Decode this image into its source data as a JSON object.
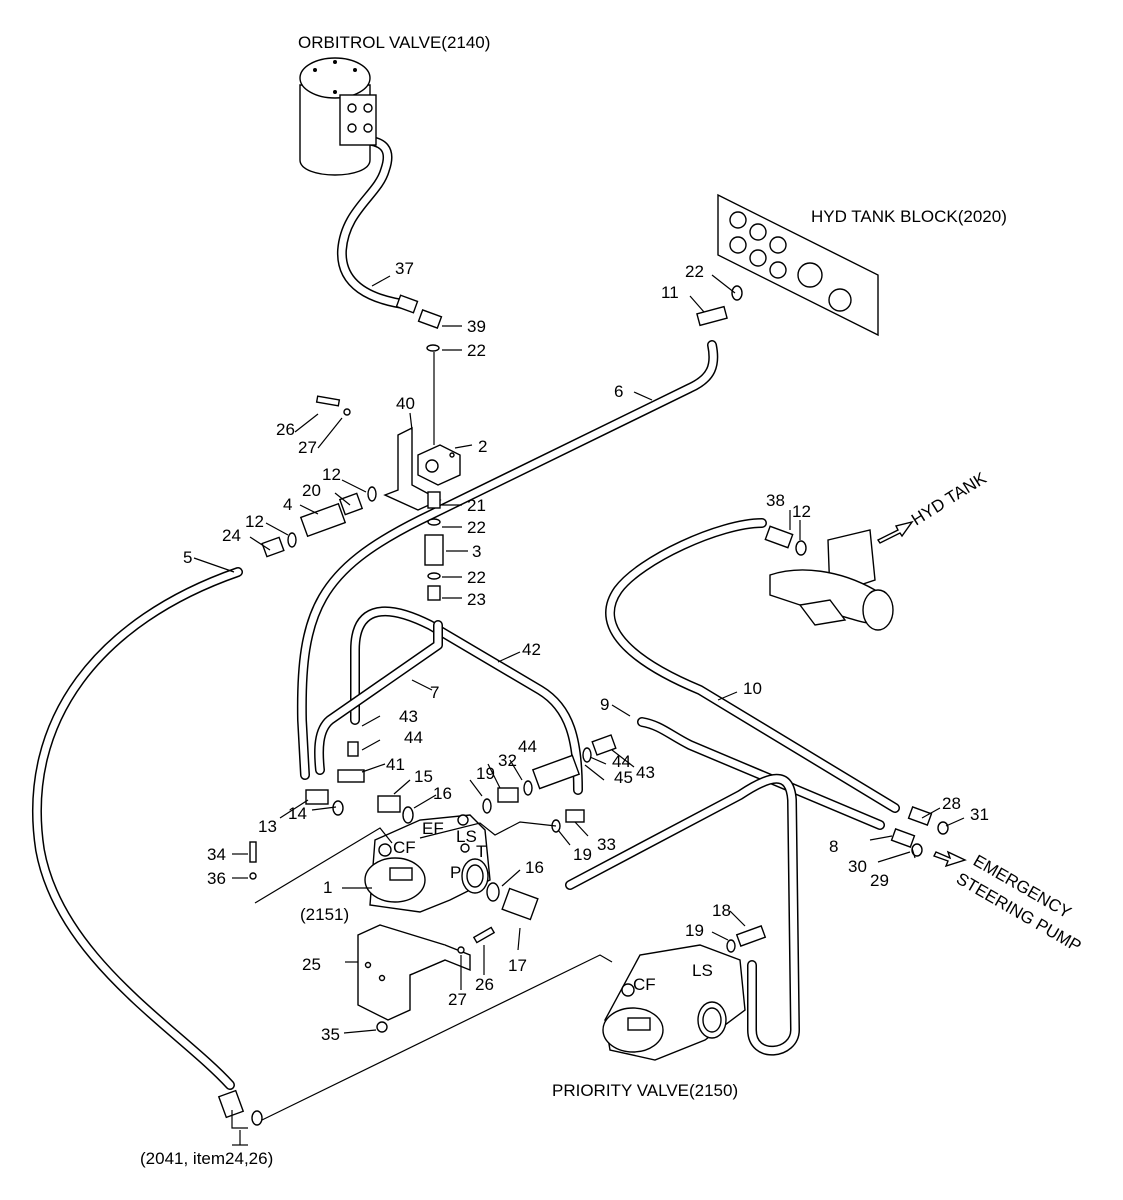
{
  "components": {
    "orbitrol_valve": "ORBITROL VALVE(2140)",
    "hyd_tank_block": "HYD TANK BLOCK(2020)",
    "hyd_tank": "HYD TANK",
    "emergency_pump_line1": "EMERGENCY",
    "emergency_pump_line2": "STEERING PUMP",
    "priority_valve": "PRIORITY VALVE(2150)",
    "valve_ref": "(2151)",
    "bracket_ref": "(2041, item24,26)"
  },
  "port_labels": {
    "ef": "EF",
    "ls": "LS",
    "cf": "CF",
    "t": "T",
    "p": "P",
    "ls2": "LS",
    "cf2": "CF"
  },
  "callouts": {
    "n1": "1",
    "n2": "2",
    "n3": "3",
    "n4": "4",
    "n5": "5",
    "n6": "6",
    "n7": "7",
    "n8": "8",
    "n9": "9",
    "n10": "10",
    "n11": "11",
    "n12a": "12",
    "n12b": "12",
    "n12c": "12",
    "n13": "13",
    "n14": "14",
    "n15": "15",
    "n16a": "16",
    "n16b": "16",
    "n17": "17",
    "n18": "18",
    "n19a": "19",
    "n19b": "19",
    "n19c": "19",
    "n20": "20",
    "n21": "21",
    "n22a": "22",
    "n22b": "22",
    "n22c": "22",
    "n22d": "22",
    "n23": "23",
    "n24": "24",
    "n25": "25",
    "n26a": "26",
    "n26b": "26",
    "n27a": "27",
    "n27b": "27",
    "n28": "28",
    "n29": "29",
    "n30": "30",
    "n31": "31",
    "n32": "32",
    "n33": "33",
    "n34": "34",
    "n35": "35",
    "n36": "36",
    "n37": "37",
    "n38": "38",
    "n39": "39",
    "n40": "40",
    "n41": "41",
    "n42": "42",
    "n43a": "43",
    "n43b": "43",
    "n44a": "44",
    "n44b": "44",
    "n44c": "44",
    "n45": "45"
  }
}
